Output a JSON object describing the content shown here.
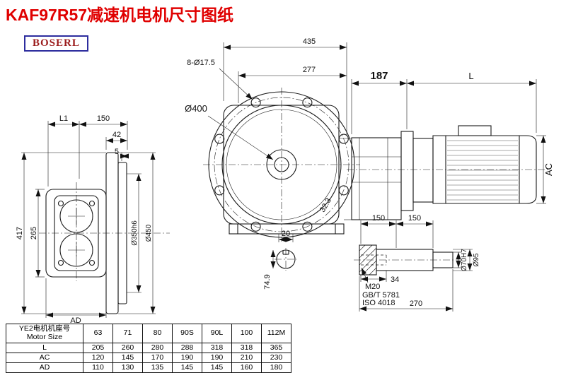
{
  "title": "KAF97R57减速机电机尺寸图纸",
  "logo": "BOSERL",
  "front_view": {
    "overall_width": "435",
    "bolt_holes": "8-Ø17.5",
    "bolt_spacing": "277",
    "flange_diameter": "Ø400",
    "foot_width": "20",
    "shaft_across": "74.9",
    "chamfer": "32.3"
  },
  "left_view": {
    "l1": "L1",
    "offset_150": "150",
    "flange_42": "42",
    "flange_5": "5",
    "height_417": "417",
    "bore_span_265": "265",
    "ad": "AD",
    "spigot_dia": "Ø350h6",
    "flange_dia": "Ø450"
  },
  "right_view": {
    "gearbox_187": "187",
    "motor_l": "L",
    "motor_ac": "AC"
  },
  "shaft_detail": {
    "len_150a": "150",
    "len_150b": "150",
    "thread": "M20",
    "standard_gb": "GB/T 5781",
    "standard_iso": "ISO 4018",
    "thread_depth_34": "34",
    "total_270": "270",
    "bore_dia": "Ø70H7",
    "hub_dia": "Ø95"
  },
  "table": {
    "header_cn": "YE2电机机座号",
    "header_en": "Motor Size",
    "sizes": [
      "63",
      "71",
      "80",
      "90S",
      "90L",
      "100",
      "112M"
    ],
    "rows": [
      {
        "label": "L",
        "values": [
          "205",
          "260",
          "280",
          "288",
          "318",
          "318",
          "365"
        ]
      },
      {
        "label": "AC",
        "values": [
          "120",
          "145",
          "170",
          "190",
          "190",
          "210",
          "230"
        ]
      },
      {
        "label": "AD",
        "values": [
          "110",
          "130",
          "135",
          "145",
          "145",
          "160",
          "180"
        ]
      }
    ]
  }
}
